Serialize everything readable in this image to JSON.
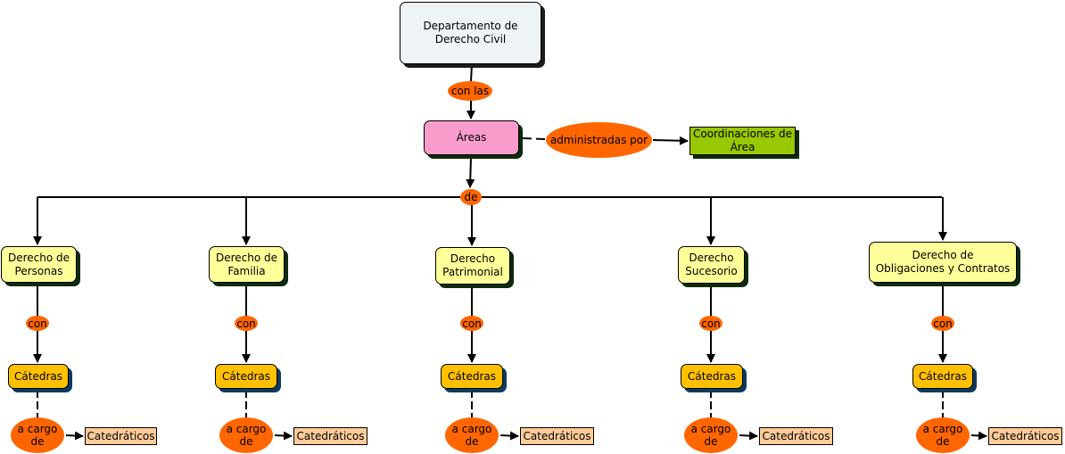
{
  "concept_map": {
    "root": {
      "label": "Departamento de\nDerecho Civil"
    },
    "root_link": {
      "label": "con las"
    },
    "areas": {
      "label": "Áreas"
    },
    "admin_link": {
      "label": "administradas por"
    },
    "coordinaciones": {
      "label": "Coordinaciones de\nÁrea"
    },
    "branch_link": {
      "label": "de"
    },
    "branches": [
      {
        "label": "Derecho de\nPersonas",
        "link": "con",
        "catedra": "Cátedras",
        "cargo": "a cargo\nde",
        "prof": "Catedráticos"
      },
      {
        "label": "Derecho de\nFamilia",
        "link": "con",
        "catedra": "Cátedras",
        "cargo": "a cargo\nde",
        "prof": "Catedráticos"
      },
      {
        "label": "Derecho\nPatrimonial",
        "link": "con",
        "catedra": "Cátedras",
        "cargo": "a cargo\nde",
        "prof": "Catedráticos"
      },
      {
        "label": "Derecho\nSucesorio",
        "link": "con",
        "catedra": "Cátedras",
        "cargo": "a cargo\nde",
        "prof": "Catedráticos"
      },
      {
        "label": "Derecho de\nObligaciones y Contratos",
        "link": "con",
        "catedra": "Cátedras",
        "cargo": "a cargo\nde",
        "prof": "Catedráticos"
      }
    ]
  },
  "colors": {
    "link_ellipse": "#ff6600",
    "root": "#eef3f6",
    "areas": "#f99ccc",
    "coordinaciones": "#98c800",
    "branch": "#ffff99",
    "catedra": "#ffc000",
    "catedratico": "#fdcc99"
  }
}
